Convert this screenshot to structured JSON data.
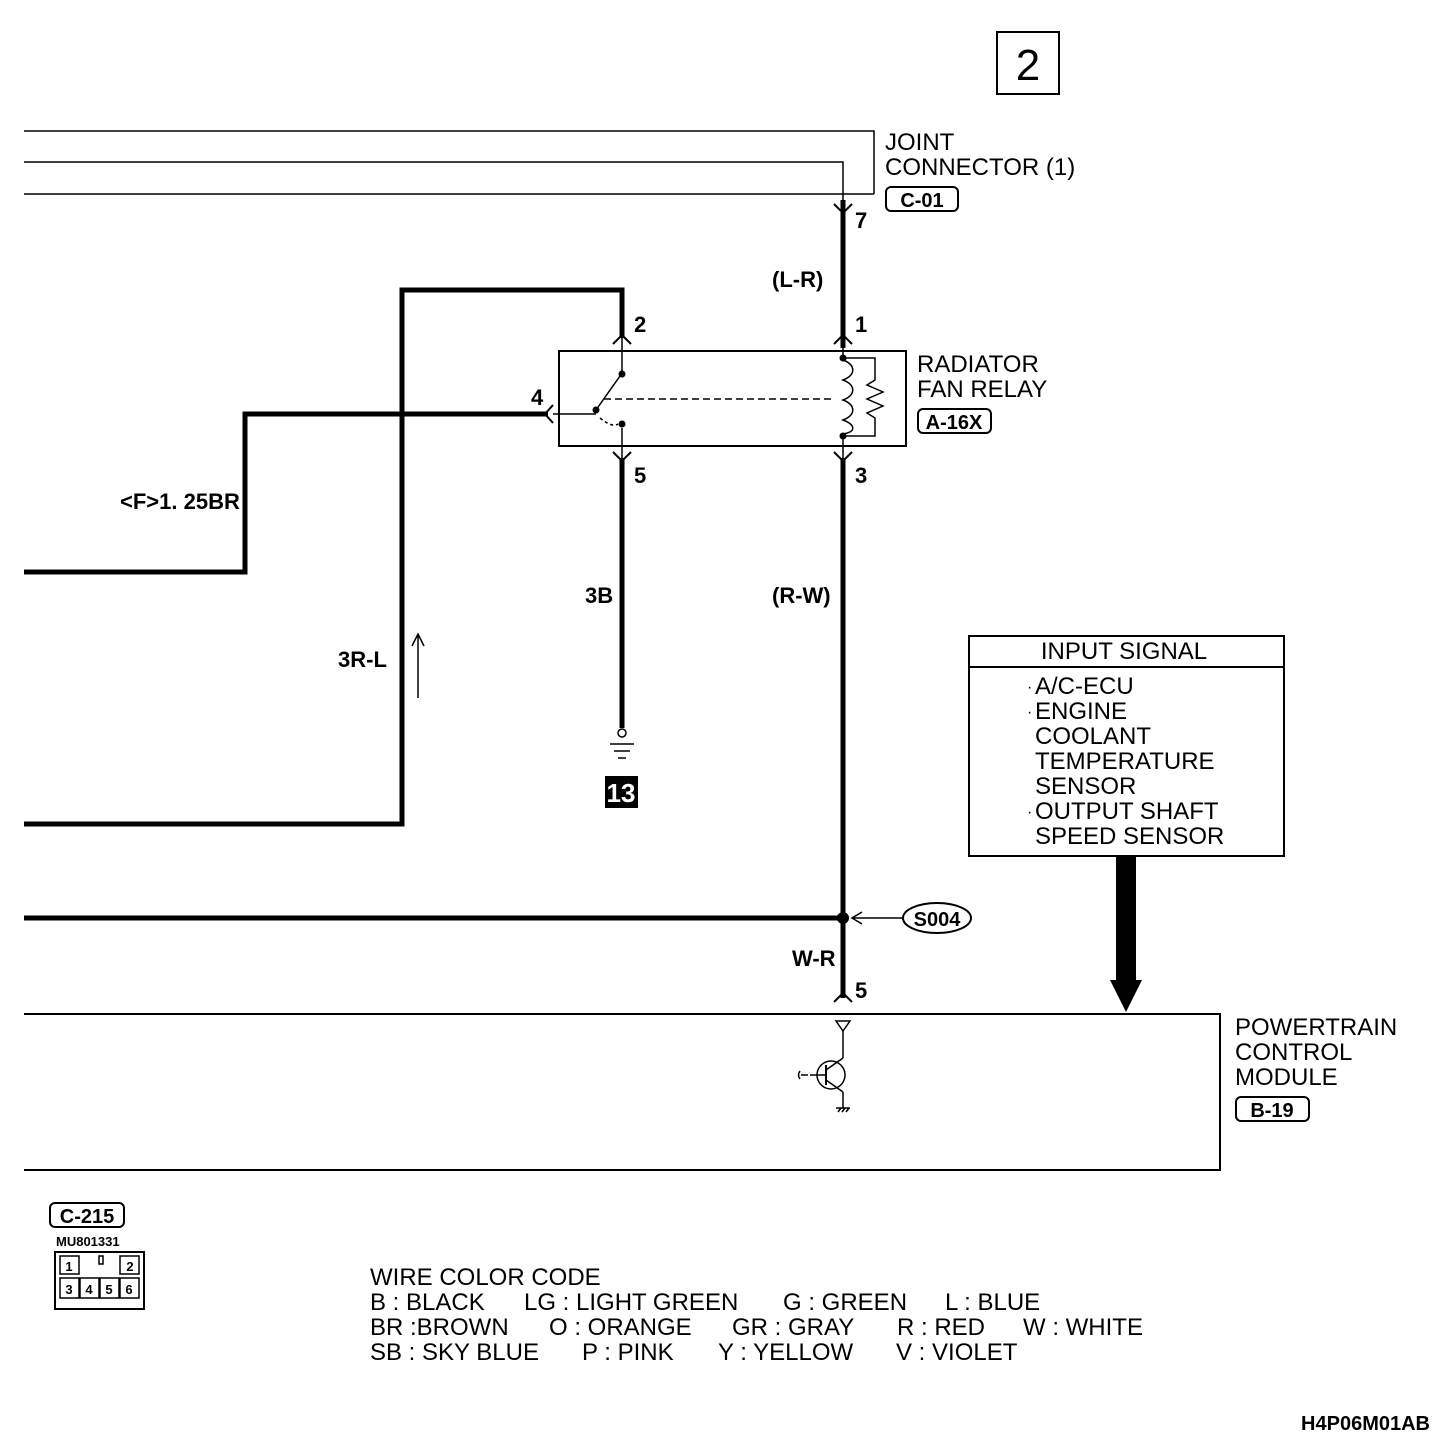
{
  "page_number": "2",
  "joint_connector": {
    "name_line1": "JOINT",
    "name_line2": "CONNECTOR (1)",
    "code": "C-01",
    "pin": "7"
  },
  "relay": {
    "name_line1": "RADIATOR",
    "name_line2": "FAN RELAY",
    "code": "A-16X",
    "pins": {
      "p1": "1",
      "p2": "2",
      "p3": "3",
      "p4": "4",
      "p5": "5"
    }
  },
  "wires": {
    "lr": "(L-R)",
    "rw": "(R-W)",
    "b3": "3B",
    "r3l": "3R-L",
    "f125br": "<F>1. 25BR",
    "wr": "W-R"
  },
  "ground": {
    "number": "13"
  },
  "splice": {
    "code": "S004"
  },
  "input_signal": {
    "title": "INPUT SIGNAL",
    "items": [
      "A/C-ECU",
      "ENGINE",
      "COOLANT",
      "TEMPERATURE",
      "SENSOR",
      "OUTPUT SHAFT",
      "SPEED SENSOR"
    ]
  },
  "pcm": {
    "name_line1": "POWERTRAIN",
    "name_line2": "CONTROL",
    "name_line3": "MODULE",
    "code": "B-19",
    "pin": "5"
  },
  "connector_c215": {
    "code": "C-215",
    "part": "MU801331",
    "cells": [
      "1",
      "",
      "2",
      "3",
      "4",
      "5",
      "6"
    ]
  },
  "wire_color_code": {
    "title": "WIRE COLOR CODE",
    "row1": [
      "B : BLACK",
      "LG : LIGHT GREEN",
      "G : GREEN",
      "L : BLUE"
    ],
    "row2": [
      "BR :BROWN",
      "O : ORANGE",
      "GR : GRAY",
      "R : RED",
      "W : WHITE"
    ],
    "row3": [
      "SB : SKY BLUE",
      "P : PINK",
      "Y : YELLOW",
      "V : VIOLET"
    ]
  },
  "figure_id": "H4P06M01AB"
}
